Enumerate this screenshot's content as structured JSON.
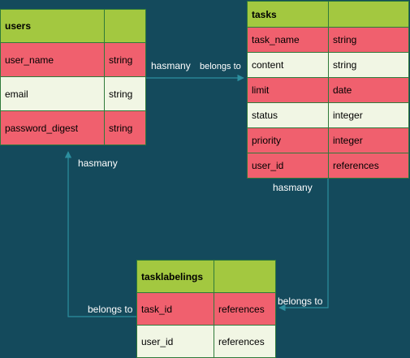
{
  "colors": {
    "background": "#144a5c",
    "header": "#a3c840",
    "row_red": "#f0606e",
    "row_light": "#f1f6e4",
    "connector": "#2c8f9f",
    "label_text": "#ffffff"
  },
  "entities": {
    "users": {
      "title": "users",
      "fields": [
        {
          "name": "user_name",
          "type": "string",
          "style": "red"
        },
        {
          "name": "email",
          "type": "string",
          "style": "light"
        },
        {
          "name": "password_digest",
          "type": "string",
          "style": "red"
        }
      ]
    },
    "tasks": {
      "title": "tasks",
      "fields": [
        {
          "name": "task_name",
          "type": "string",
          "style": "red"
        },
        {
          "name": "content",
          "type": "string",
          "style": "light"
        },
        {
          "name": "limit",
          "type": "date",
          "style": "red"
        },
        {
          "name": "status",
          "type": "integer",
          "style": "light"
        },
        {
          "name": "priority",
          "type": "integer",
          "style": "red"
        },
        {
          "name": "user_id",
          "type": "references",
          "style": "red"
        }
      ]
    },
    "tasklabelings": {
      "title": "tasklabelings",
      "fields": [
        {
          "name": "task_id",
          "type": "references",
          "style": "red"
        },
        {
          "name": "user_id",
          "type": "references",
          "style": "light"
        }
      ]
    }
  },
  "relations": {
    "users_tasks_hasmany": "hasmany",
    "users_tasks_belongs_to": "belongs to",
    "tasks_tasklabelings_hasmany": "hasmany",
    "tasks_tasklabelings_belongs_to": "belongs to",
    "users_tasklabelings_hasmany": "hasmany",
    "users_tasklabelings_belongs_to": "belongs to"
  }
}
